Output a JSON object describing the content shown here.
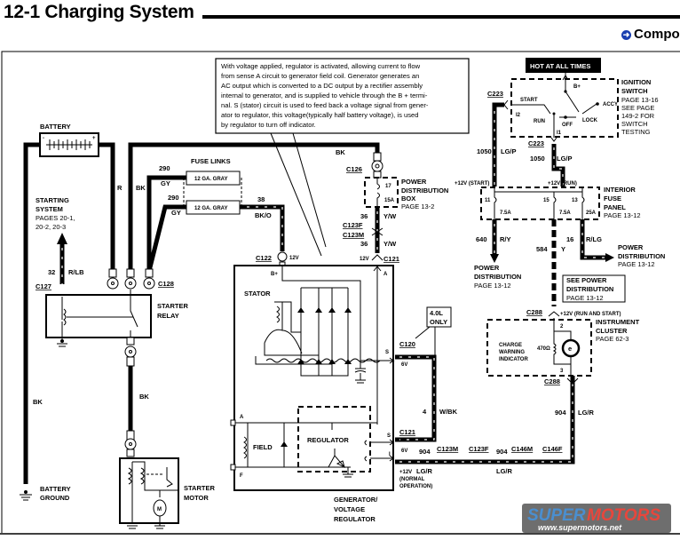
{
  "header": {
    "title": "12-1 Charging System",
    "link_label": "Compo",
    "link_icon": "circle-arrow-icon"
  },
  "note": {
    "lines": [
      "With voltage applied, regulator is activated, allowing current to flow",
      "from sense A circuit to generator field coil.  Generator generates an",
      "AC output which is converted to a DC output by a rectifier assembly",
      "internal to generator, and is supplied to vehicle through the B + termi-",
      "nal.  S (stator) circuit is used to feed back a voltage signal from gener-",
      "ator to regulator, this voltage(typically half battery voltage), is used",
      "by regulator to turn off indicator."
    ]
  },
  "battery": {
    "label": "BATTERY",
    "wire_r": "R",
    "wire_bk": "BK",
    "ground_wire": "BK",
    "ground_label": [
      "BATTERY",
      "GROUND"
    ]
  },
  "starting_system": {
    "lines": [
      "STARTING",
      "SYSTEM",
      "PAGES   20-1,",
      "20-2,    20-3"
    ],
    "circuit": "32",
    "color": "R/LB",
    "connector": "C127"
  },
  "starter_relay": {
    "label": [
      "STARTER",
      "RELAY"
    ],
    "connector": "C128",
    "wire_down": "BK"
  },
  "starter_motor": {
    "label": [
      "STARTER",
      "MOTOR"
    ],
    "motor_symbol": "M"
  },
  "fuse_links": {
    "title": "FUSE LINKS",
    "link1": "12 GA. GRAY",
    "link2": "12 GA. GRAY",
    "circuit1": "290",
    "color1": "GY",
    "circuit2": "290",
    "color2": "GY",
    "out_circuit": "38",
    "out_color": "BK/O",
    "top_wire": "BK"
  },
  "generator": {
    "c122": "C122",
    "c122_volt": "12V",
    "bplus": "B+",
    "stator": "STATOR",
    "a": "A",
    "a2": "A",
    "f": "F",
    "s": "S",
    "s2": "S",
    "i": "I",
    "field": "FIELD",
    "regulator": "REGULATOR",
    "label": [
      "GENERATOR/",
      "VOLTAGE",
      "REGULATOR"
    ]
  },
  "power_dist_box": {
    "connector": "C126",
    "fuse": "17",
    "rating": "15A",
    "label": [
      "POWER",
      "DISTRIBUTION",
      "BOX"
    ],
    "page": "PAGE   13-2",
    "circuit_a": "36",
    "color_a": "Y/W",
    "conn_f": "C123F",
    "conn_m": "C123M",
    "circuit_b": "36",
    "color_b": "Y/W",
    "c121_volt": "12V",
    "c121": "C121"
  },
  "stator_circuit": {
    "note": [
      "4.0L",
      "ONLY"
    ],
    "connector": "C120",
    "volt": "6V",
    "circuit": "4",
    "color": "W/BK",
    "c121": "C121",
    "c121_volt": "6V"
  },
  "indicator_circuit": {
    "circuit1": "904",
    "c123m": "C123M",
    "c123f": "C123F",
    "circuit2": "904",
    "c146m": "C146M",
    "c146f": "C146F",
    "color1": "LG/R",
    "color2": "LG/R",
    "volt": "+12V",
    "volt_note": [
      "(NORMAL",
      "OPERATION)"
    ]
  },
  "ignition": {
    "hot": "HOT AT ALL TIMES",
    "bplus": "B+",
    "start": "START",
    "run": "RUN",
    "off": "OFF",
    "lock": "LOCK",
    "accy": "ACCY",
    "i2": "I2",
    "i1": "I1",
    "label": [
      "IGNITION",
      "SWITCH"
    ],
    "pages": [
      "PAGE   13-16",
      "SEE PAGE",
      "149-2   FOR",
      "SWITCH",
      "TESTING"
    ],
    "c223a": "C223",
    "c223b": "C223",
    "circuit_a": "1050",
    "color_a": "LG/P",
    "circuit_b": "1050",
    "color_b": "LG/P"
  },
  "fuse_panel": {
    "start": "+12V (START)",
    "run": "+12V (RUN)",
    "fuses": [
      "11",
      "15",
      "13"
    ],
    "ratings": [
      "7.5A",
      "7.5A",
      "25A"
    ],
    "label": [
      "INTERIOR",
      "FUSE",
      "PANEL"
    ],
    "page": "PAGE   13-12",
    "c640": "640",
    "c640_color": "R/Y",
    "c584": "584",
    "c584_color": "Y",
    "c16": "16",
    "c16_color": "R/LG",
    "pd1": [
      "POWER",
      "DISTRIBUTION"
    ],
    "pd1_page": "PAGE   13-12",
    "pd2": [
      "POWER",
      "DISTRIBUTION"
    ],
    "pd2_page": "PAGE   13-12",
    "see": [
      "SEE  POWER",
      "DISTRIBUTION",
      "PAGE   13-12"
    ]
  },
  "cluster": {
    "c288a": "C288",
    "volt": "+12V (RUN AND START)",
    "label": [
      "INSTRUMENT",
      "CLUSTER"
    ],
    "page": "PAGE   62-3",
    "indicator": [
      "CHARGE",
      "WARNING",
      "INDICATOR"
    ],
    "resistor": "470Ω",
    "pin2": "2",
    "pin3": "3",
    "c288b": "C288",
    "circuit": "904",
    "color": "LG/R"
  },
  "watermark": {
    "brand_a": "SUPER",
    "brand_b": "MOTORS",
    "url": "www.supermotors.net",
    "colors": {
      "super": "#4a8fd0",
      "motors": "#e8463c"
    }
  }
}
